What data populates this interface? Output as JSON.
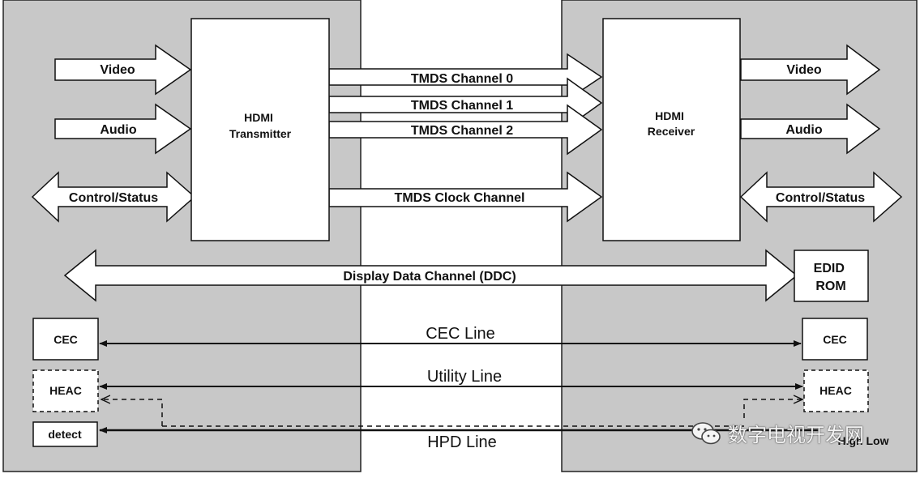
{
  "source": {
    "title": "HDMI Transmitter",
    "inputs": {
      "video": "Video",
      "audio": "Audio",
      "control": "Control/Status"
    },
    "cec": "CEC",
    "heac": "HEAC",
    "detect": "detect"
  },
  "sink": {
    "title": "HDMI Receiver",
    "outputs": {
      "video": "Video",
      "audio": "Audio",
      "control": "Control/Status"
    },
    "edid": "EDID ROM",
    "cec": "CEC",
    "heac": "HEAC",
    "hpd_partial": "High Low"
  },
  "channels": {
    "tmds0": "TMDS Channel 0",
    "tmds1": "TMDS Channel 1",
    "tmds2": "TMDS Channel 2",
    "clock": "TMDS Clock Channel",
    "ddc": "Display Data Channel (DDC)"
  },
  "lines": {
    "cec": "CEC Line",
    "utility": "Utility Line",
    "hpd": "HPD Line"
  },
  "watermark": {
    "text": "数字电视开发网",
    "icon": "wechat-icon"
  },
  "colors": {
    "panel": "#c8c8c8",
    "ink": "#111111",
    "box": "#ffffff"
  }
}
